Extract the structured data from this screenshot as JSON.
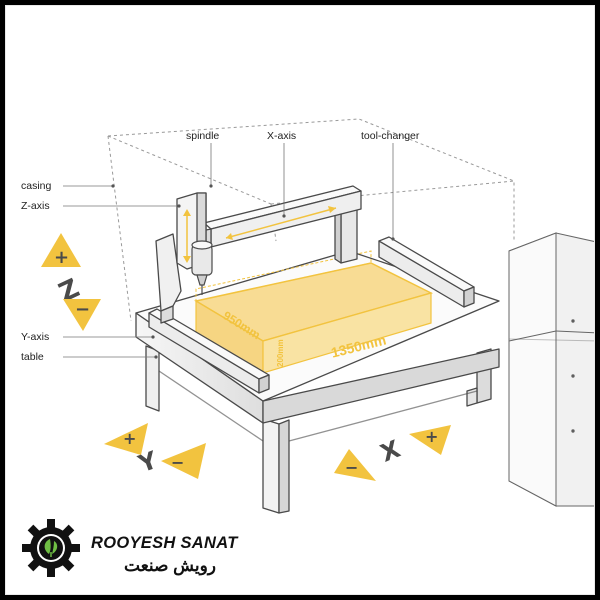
{
  "labels": {
    "spindle": "spindle",
    "x_axis": "X-axis",
    "tool_changer": "tool-changer",
    "casing": "casing",
    "z_axis": "Z-axis",
    "y_axis": "Y-axis",
    "table": "table"
  },
  "dimensions": {
    "x": "1350mm",
    "y": "950mm",
    "z": "200mm"
  },
  "axis_markers": {
    "z": {
      "letter": "Z",
      "plus": "+",
      "minus": "−"
    },
    "y": {
      "letter": "Y",
      "plus": "+",
      "minus": "−"
    },
    "x": {
      "letter": "X",
      "plus": "+",
      "minus": "−"
    }
  },
  "brand": {
    "name_en": "ROOYESH SANAT",
    "name_fa": "رویش صنعت"
  },
  "colors": {
    "accent_yellow": "#f2c33f",
    "work_area": "#f7d57a",
    "outline": "#4a4a4a",
    "background": "#ffffff",
    "border": "#000000"
  }
}
